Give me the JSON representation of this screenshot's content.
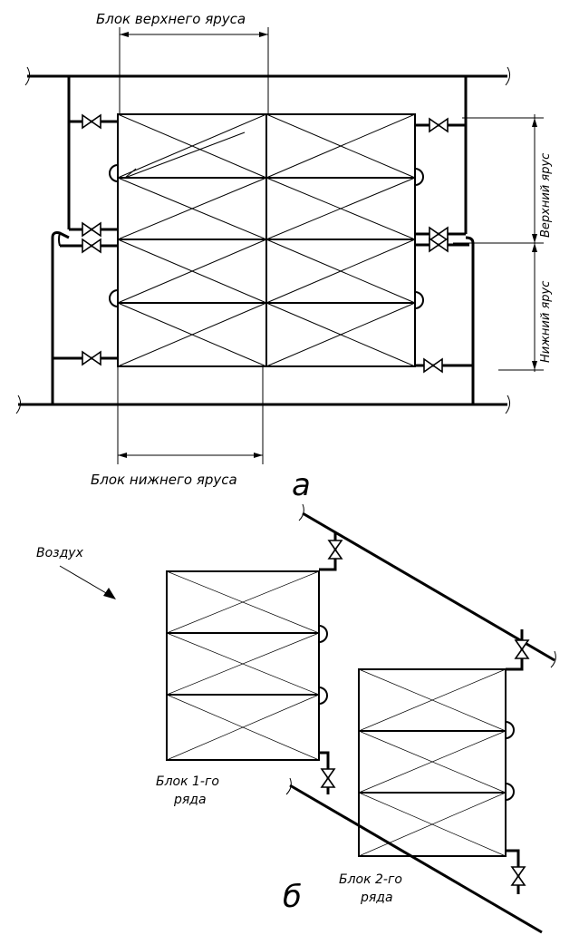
{
  "figure_a": {
    "top_label": "Блок верхнего яруса",
    "bottom_label": "Блок нижнего яруса",
    "upper_tier_label": "Верхний ярус",
    "lower_tier_label": "Нижний ярус",
    "caption": "а"
  },
  "figure_b": {
    "air_label": "Воздух",
    "block1_label_line1": "Блок 1-го",
    "block1_label_line2": "ряда",
    "block2_label_line1": "Блок 2-го",
    "block2_label_line2": "ряда",
    "caption": "б"
  },
  "colors": {
    "ink": "#000000",
    "paper": "#ffffff"
  },
  "icons": [
    "valve-icon",
    "bend-loop-icon",
    "arrow-icon"
  ]
}
